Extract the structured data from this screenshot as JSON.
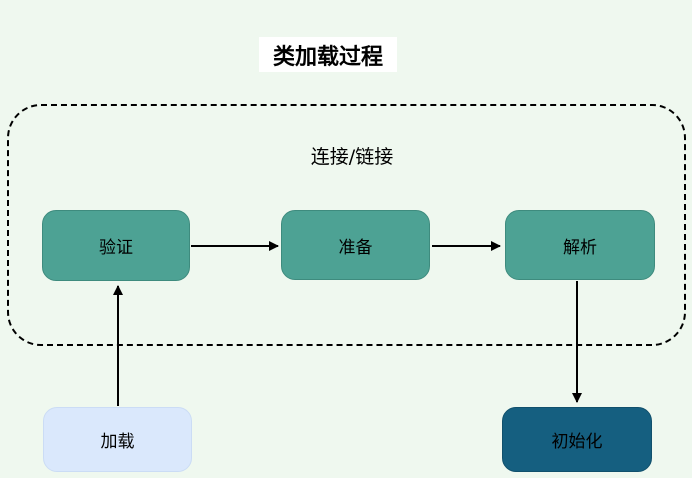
{
  "title": "类加载过程",
  "linking_group": {
    "label": "连接/链接"
  },
  "nodes": {
    "load": {
      "label": "加载"
    },
    "verify": {
      "label": "验证"
    },
    "prepare": {
      "label": "准备"
    },
    "resolve": {
      "label": "解析"
    },
    "init": {
      "label": "初始化"
    }
  },
  "edges": [
    {
      "from": "加载",
      "to": "验证"
    },
    {
      "from": "验证",
      "to": "准备"
    },
    {
      "from": "准备",
      "to": "解析"
    },
    {
      "from": "解析",
      "to": "初始化"
    }
  ],
  "colors": {
    "background": "#EFF8EF",
    "title_background": "#FFFFFF",
    "linking_group_border": "#000000",
    "node_teal": "#4DA294",
    "node_load_blue": "#DAE8FC",
    "node_init_dark": "#155F80",
    "text": "#000000",
    "arrow": "#000000"
  }
}
